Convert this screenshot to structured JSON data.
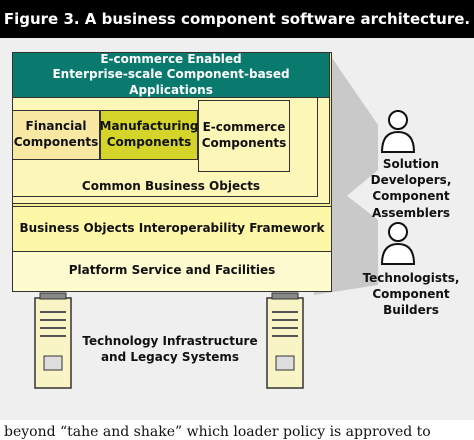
{
  "title": "Figure 3.  A business component software architecture.",
  "layers": {
    "ecommerce_apps": [
      "E-commerce Enabled",
      "Enterprise-scale Component-based Applications"
    ],
    "financial": [
      "Financial",
      "Components"
    ],
    "manufacturing": [
      "Manufacturing",
      "Components"
    ],
    "ecommerce_comp": [
      "E-commerce",
      "Components"
    ],
    "common_objects": "Common Business Objects",
    "interop": "Business Objects Interoperability Framework",
    "platform": "Platform Service and Facilities",
    "infrastructure": [
      "Technology Infrastructure",
      "and Legacy Systems"
    ]
  },
  "roles": {
    "solution": [
      "Solution",
      "Developers,",
      "Component",
      "Assemblers"
    ],
    "tech": [
      "Technologists,",
      "Component",
      "Builders"
    ]
  },
  "footer_text": "beyond “tahe and shake” which loader policy is approved to",
  "colors": {
    "teal": "#0a7a6e",
    "light_yellow": "#fefbd0",
    "mid_yellow": "#f6f08a",
    "olive": "#d4d42a",
    "component_fill": "#f8e8a2",
    "border": "#333333"
  }
}
